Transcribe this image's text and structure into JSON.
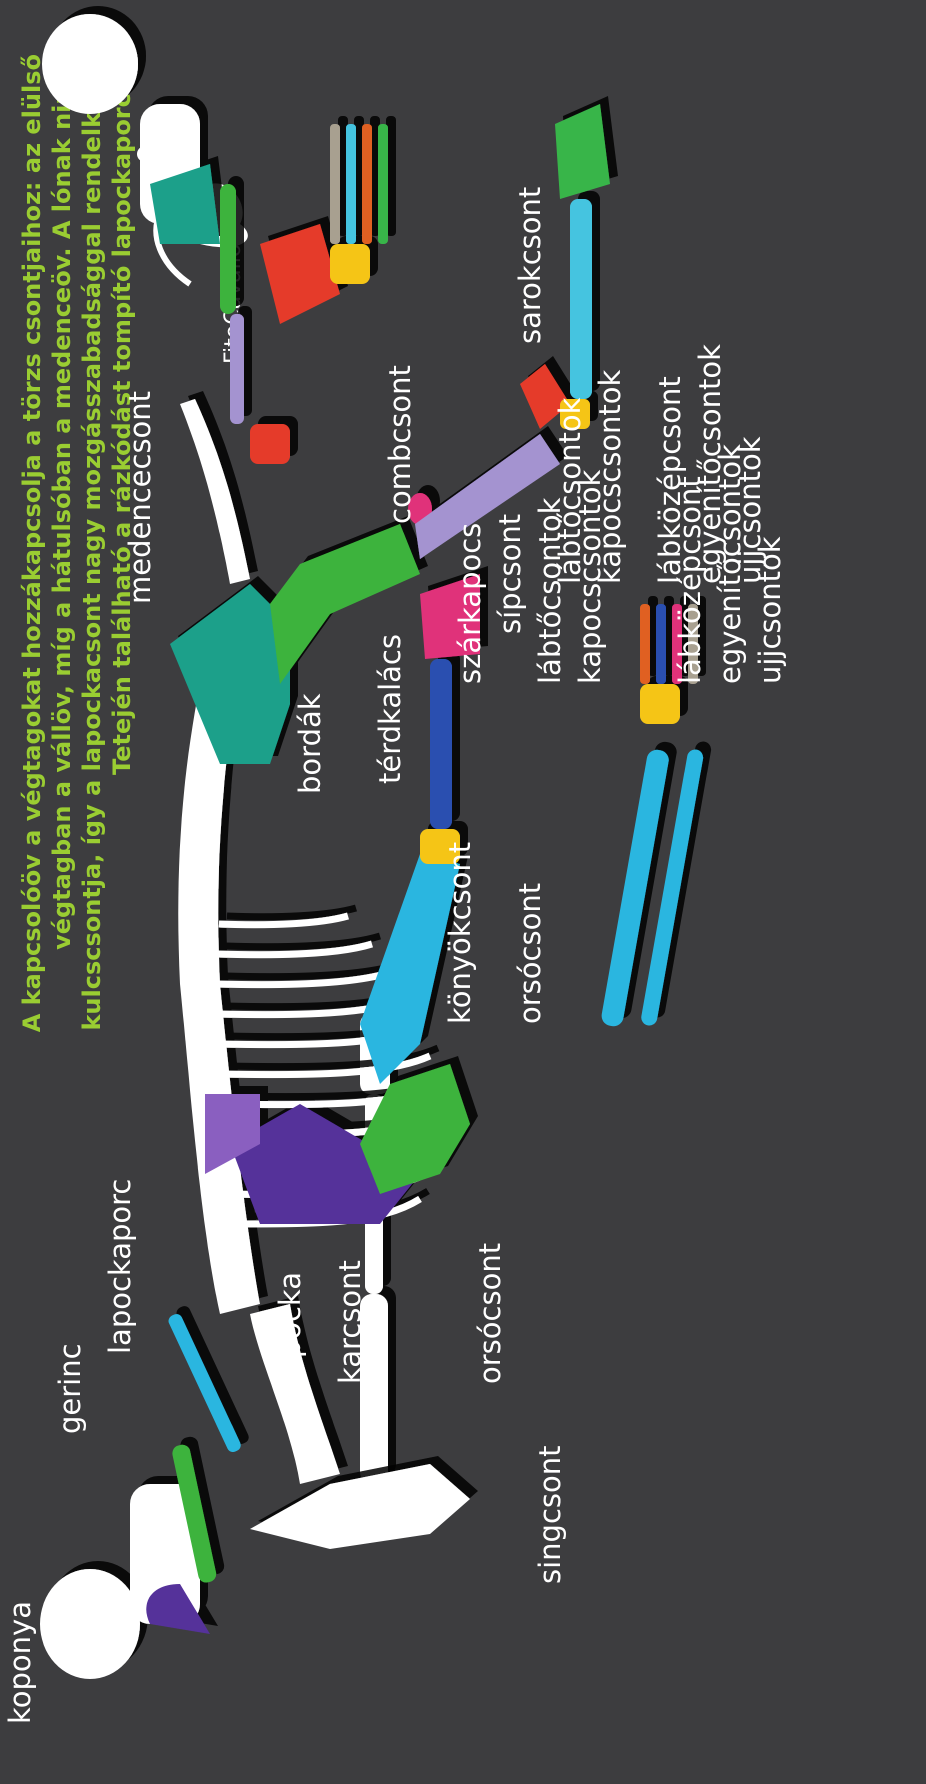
{
  "caption": {
    "line1": "A kapcsolóöv a végtagokat hozzákapcsolja a törzs csontjaihoz: az elülső",
    "line2": "végtagban a vállöv, míg a hátulsóban a medenceöv.  A lónak nincs",
    "line3": "kulcscsontja, így a lapockacsont nagy mozgásszabadsággal rendelkezik.",
    "line4": "Tetején található a rázkódást tompító lapockaporc."
  },
  "brand": {
    "name": "FitoCavallo",
    "mark": "®"
  },
  "labels": {
    "koponya": "koponya",
    "gerinc": "gerinc",
    "lapockaporc": "lapockaporc",
    "lapocka": "lapocka",
    "karcsont": "karcsont",
    "konyokcsont": "könyökcsont",
    "orsocsont_fore": "orsócsont",
    "labtocsontok_fore": "lábtőcsontok",
    "kapocscsontok_fore": "kapocscsontok",
    "labkozepcsont_fore": "lábközépcsont",
    "egyenitocsontok_fore": "egyenítőcsontok",
    "ujjcsontok_fore": "ujjcsontok",
    "orsocsont_human": "orsócsont",
    "singcsont": "singcsont",
    "bordak": "bordák",
    "medencecsont": "medencecsont",
    "combcsont": "combcsont",
    "terdkalacs": "térdkalács",
    "szarkapocs": "szárkapocs",
    "sipcsont": "sípcsont",
    "sarokcsont": "sarokcsont",
    "labtocsontok_hind": "lábtőcsontok",
    "kapocscsontok_hind": "kapocscsontok",
    "labkozepcsont_hind": "lábközépcsont",
    "egyenitocsontok_hind": "egyenítőcsontok",
    "ujjcsontok_hind": "ujjcsontok"
  },
  "colors": {
    "background": "#3d3d3f",
    "caption": "#9acd32",
    "bone": "#ffffff",
    "scapula": "#55309a",
    "cartilage": "#8a5fc0",
    "humerus": "#3db33d",
    "femur": "#3db33d",
    "radius": "#29b6e0",
    "pelvis": "#1aa08a",
    "carpals": "#f5c518",
    "metacarpal": "#2a4fb0",
    "phalanges": "#e0307a",
    "tibia": "#a493d0",
    "calcaneus": "#e53a2a",
    "metatarsal": "#45c4e0",
    "sesamoid_hind": "#39b54a",
    "small_bones": "#e06020",
    "patella": "#e0307a"
  }
}
